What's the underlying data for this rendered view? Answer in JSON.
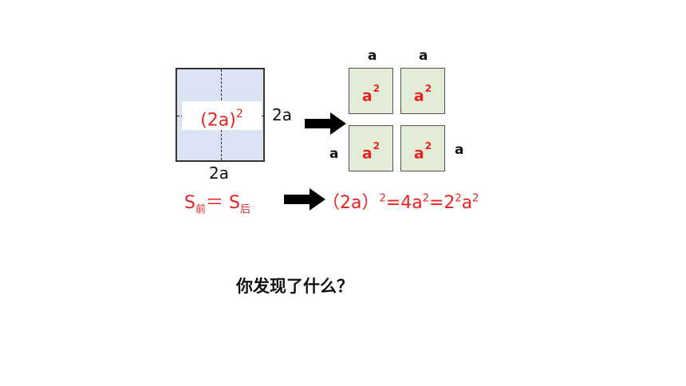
{
  "figure": {
    "left_square": {
      "inner_expression": "(2a)",
      "inner_exponent": "2",
      "side_right_label": "2a",
      "side_bottom_label": "2a"
    },
    "grid": {
      "top_labels": [
        "a",
        "a"
      ],
      "left_label": "a",
      "right_label": "a",
      "cells": [
        {
          "base": "a",
          "exp": "2"
        },
        {
          "base": "a",
          "exp": "2"
        },
        {
          "base": "a",
          "exp": "2"
        },
        {
          "base": "a",
          "exp": "2"
        }
      ]
    },
    "equation_left": {
      "s1": "S",
      "sub1": "前",
      "eq": "＝",
      "s2": "S",
      "sub2": "后"
    },
    "equation_right": {
      "part1": "（2a）",
      "exp1": "2",
      "part2": "=4a",
      "exp2": "2",
      "part3": "=2",
      "exp3": "2",
      "part4": "a",
      "exp4": "2"
    }
  },
  "question": "你发现了什么？",
  "colors": {
    "red": "#e8231f",
    "blue_fill": "#dbe3f3",
    "green_fill": "#e2ecd6"
  }
}
